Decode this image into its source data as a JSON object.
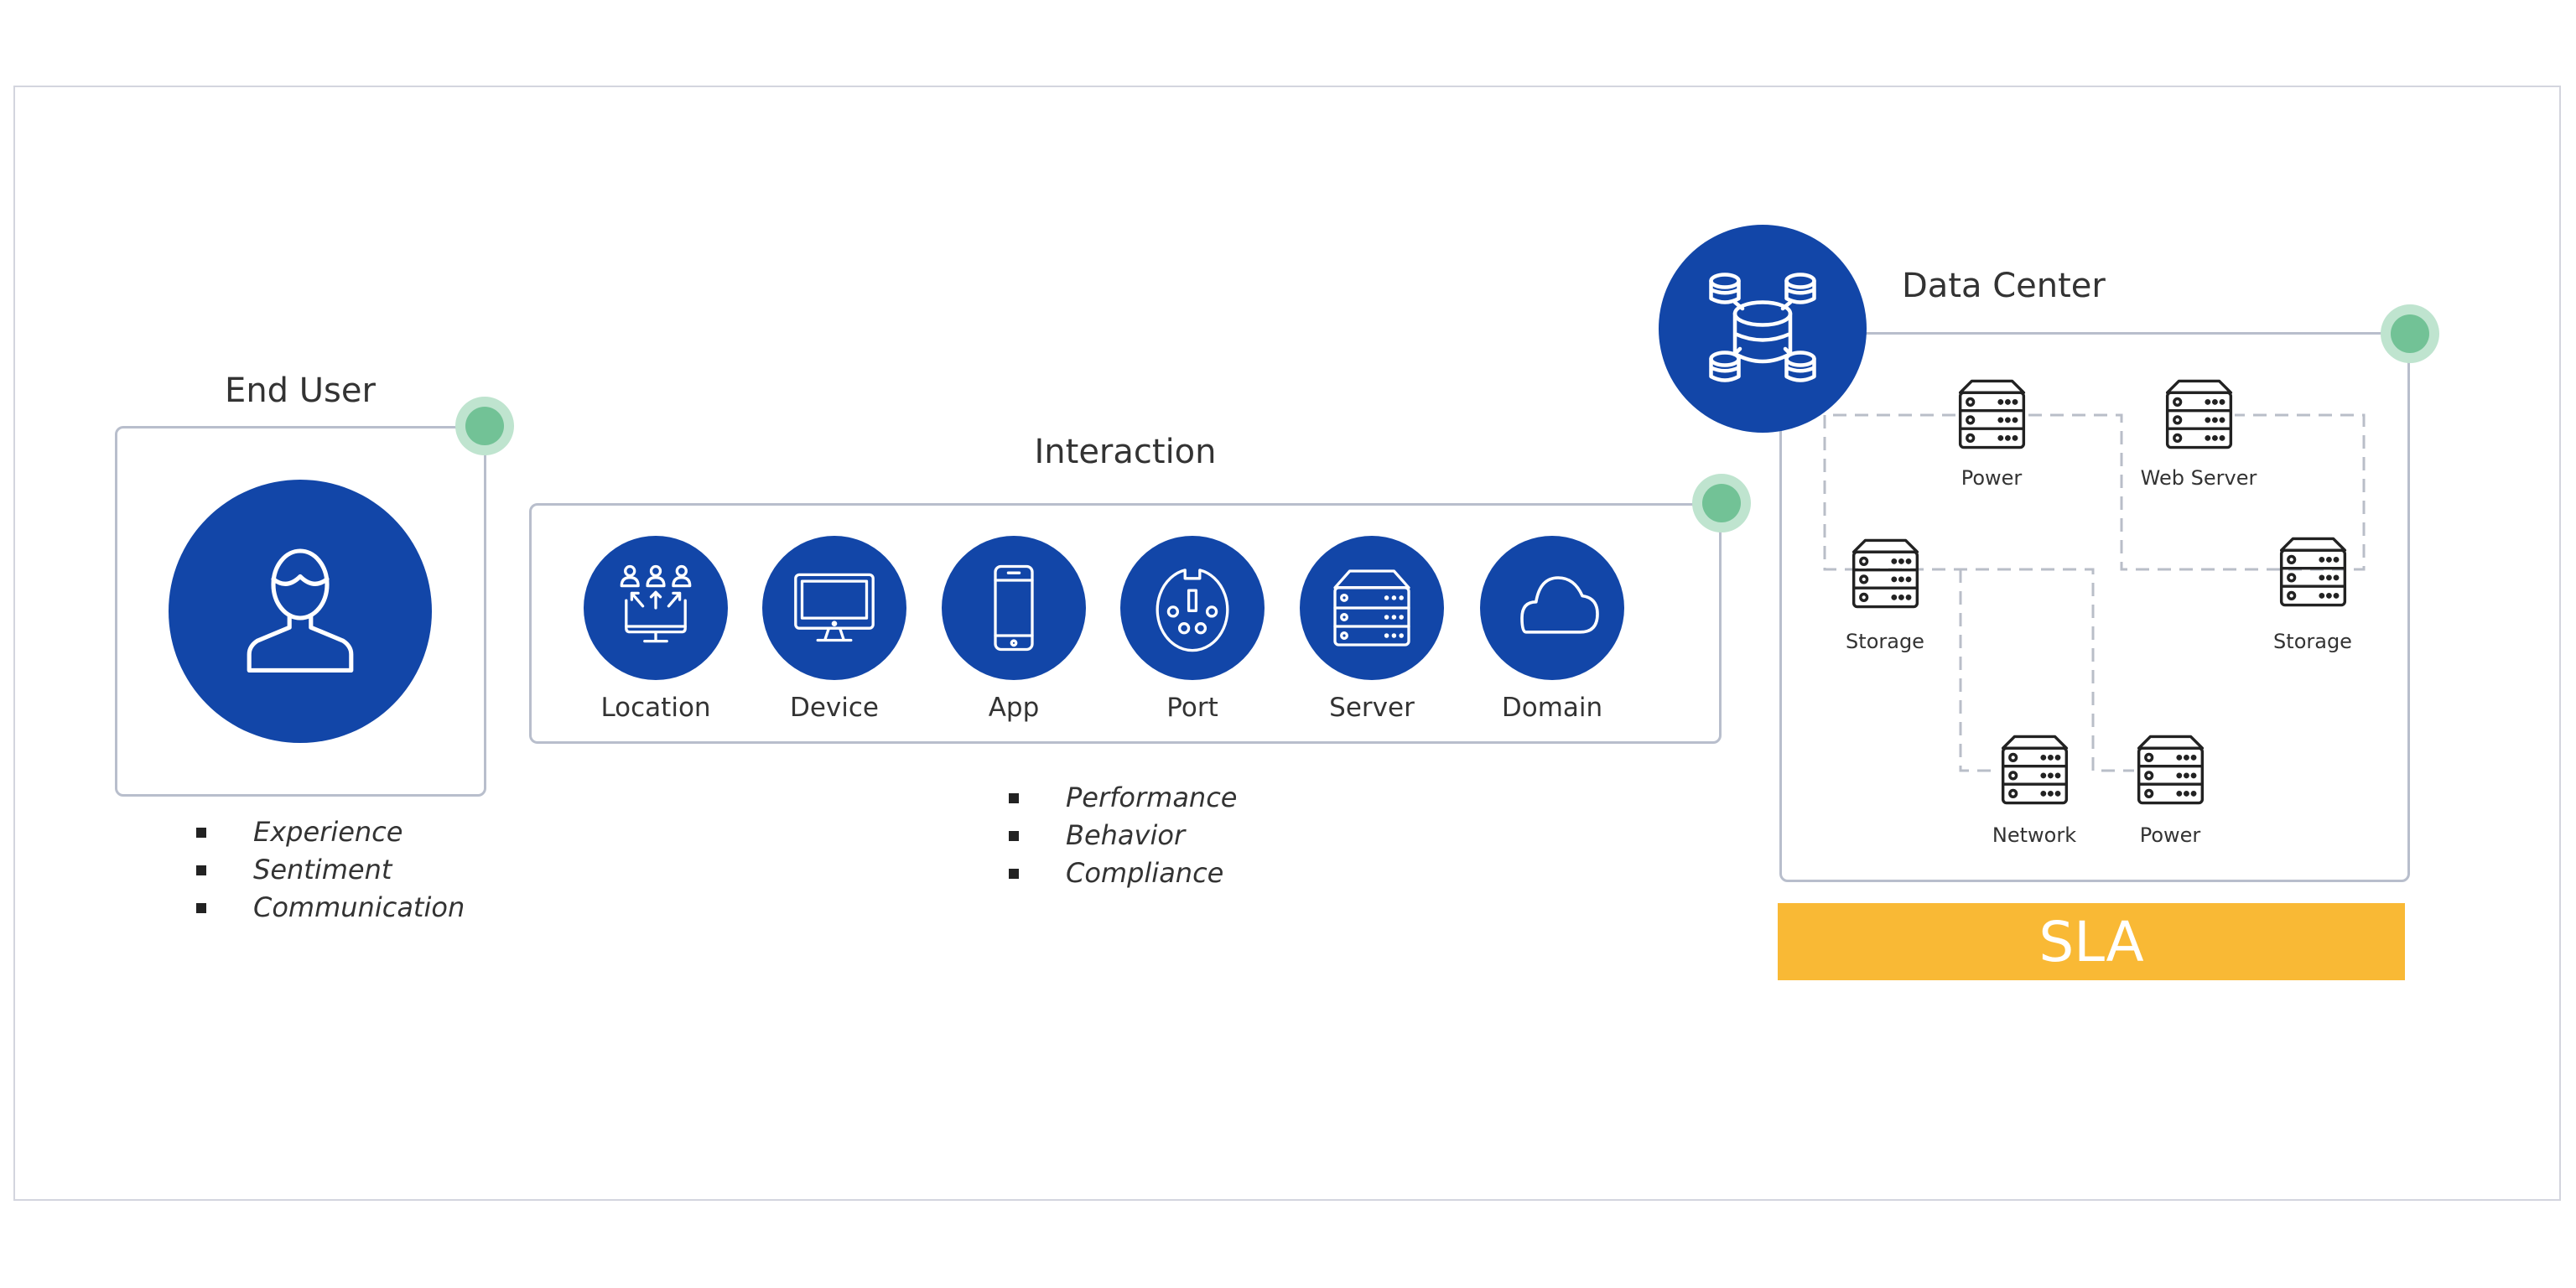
{
  "end_user": {
    "title": "End User",
    "icon": "user-icon",
    "bullets": [
      "Experience",
      "Sentiment",
      "Communication"
    ]
  },
  "interaction": {
    "title": "Interaction",
    "items": [
      {
        "label": "Location",
        "icon": "location-users-icon"
      },
      {
        "label": "Device",
        "icon": "monitor-icon"
      },
      {
        "label": "App",
        "icon": "smartphone-icon"
      },
      {
        "label": "Port",
        "icon": "port-icon"
      },
      {
        "label": "Server",
        "icon": "server-icon"
      },
      {
        "label": "Domain",
        "icon": "cloud-icon"
      }
    ],
    "bullets": [
      "Performance",
      "Behavior",
      "Compliance"
    ]
  },
  "data_center": {
    "title": "Data Center",
    "icon": "database-network-icon",
    "nodes": [
      "Power",
      "Web Server",
      "Storage",
      "Storage",
      "Network",
      "Power"
    ]
  },
  "sla": {
    "label": "SLA"
  },
  "colors": {
    "blue": "#1246a8",
    "green": "#72c296",
    "sla": "#f9b935",
    "border": "#b8becc"
  }
}
